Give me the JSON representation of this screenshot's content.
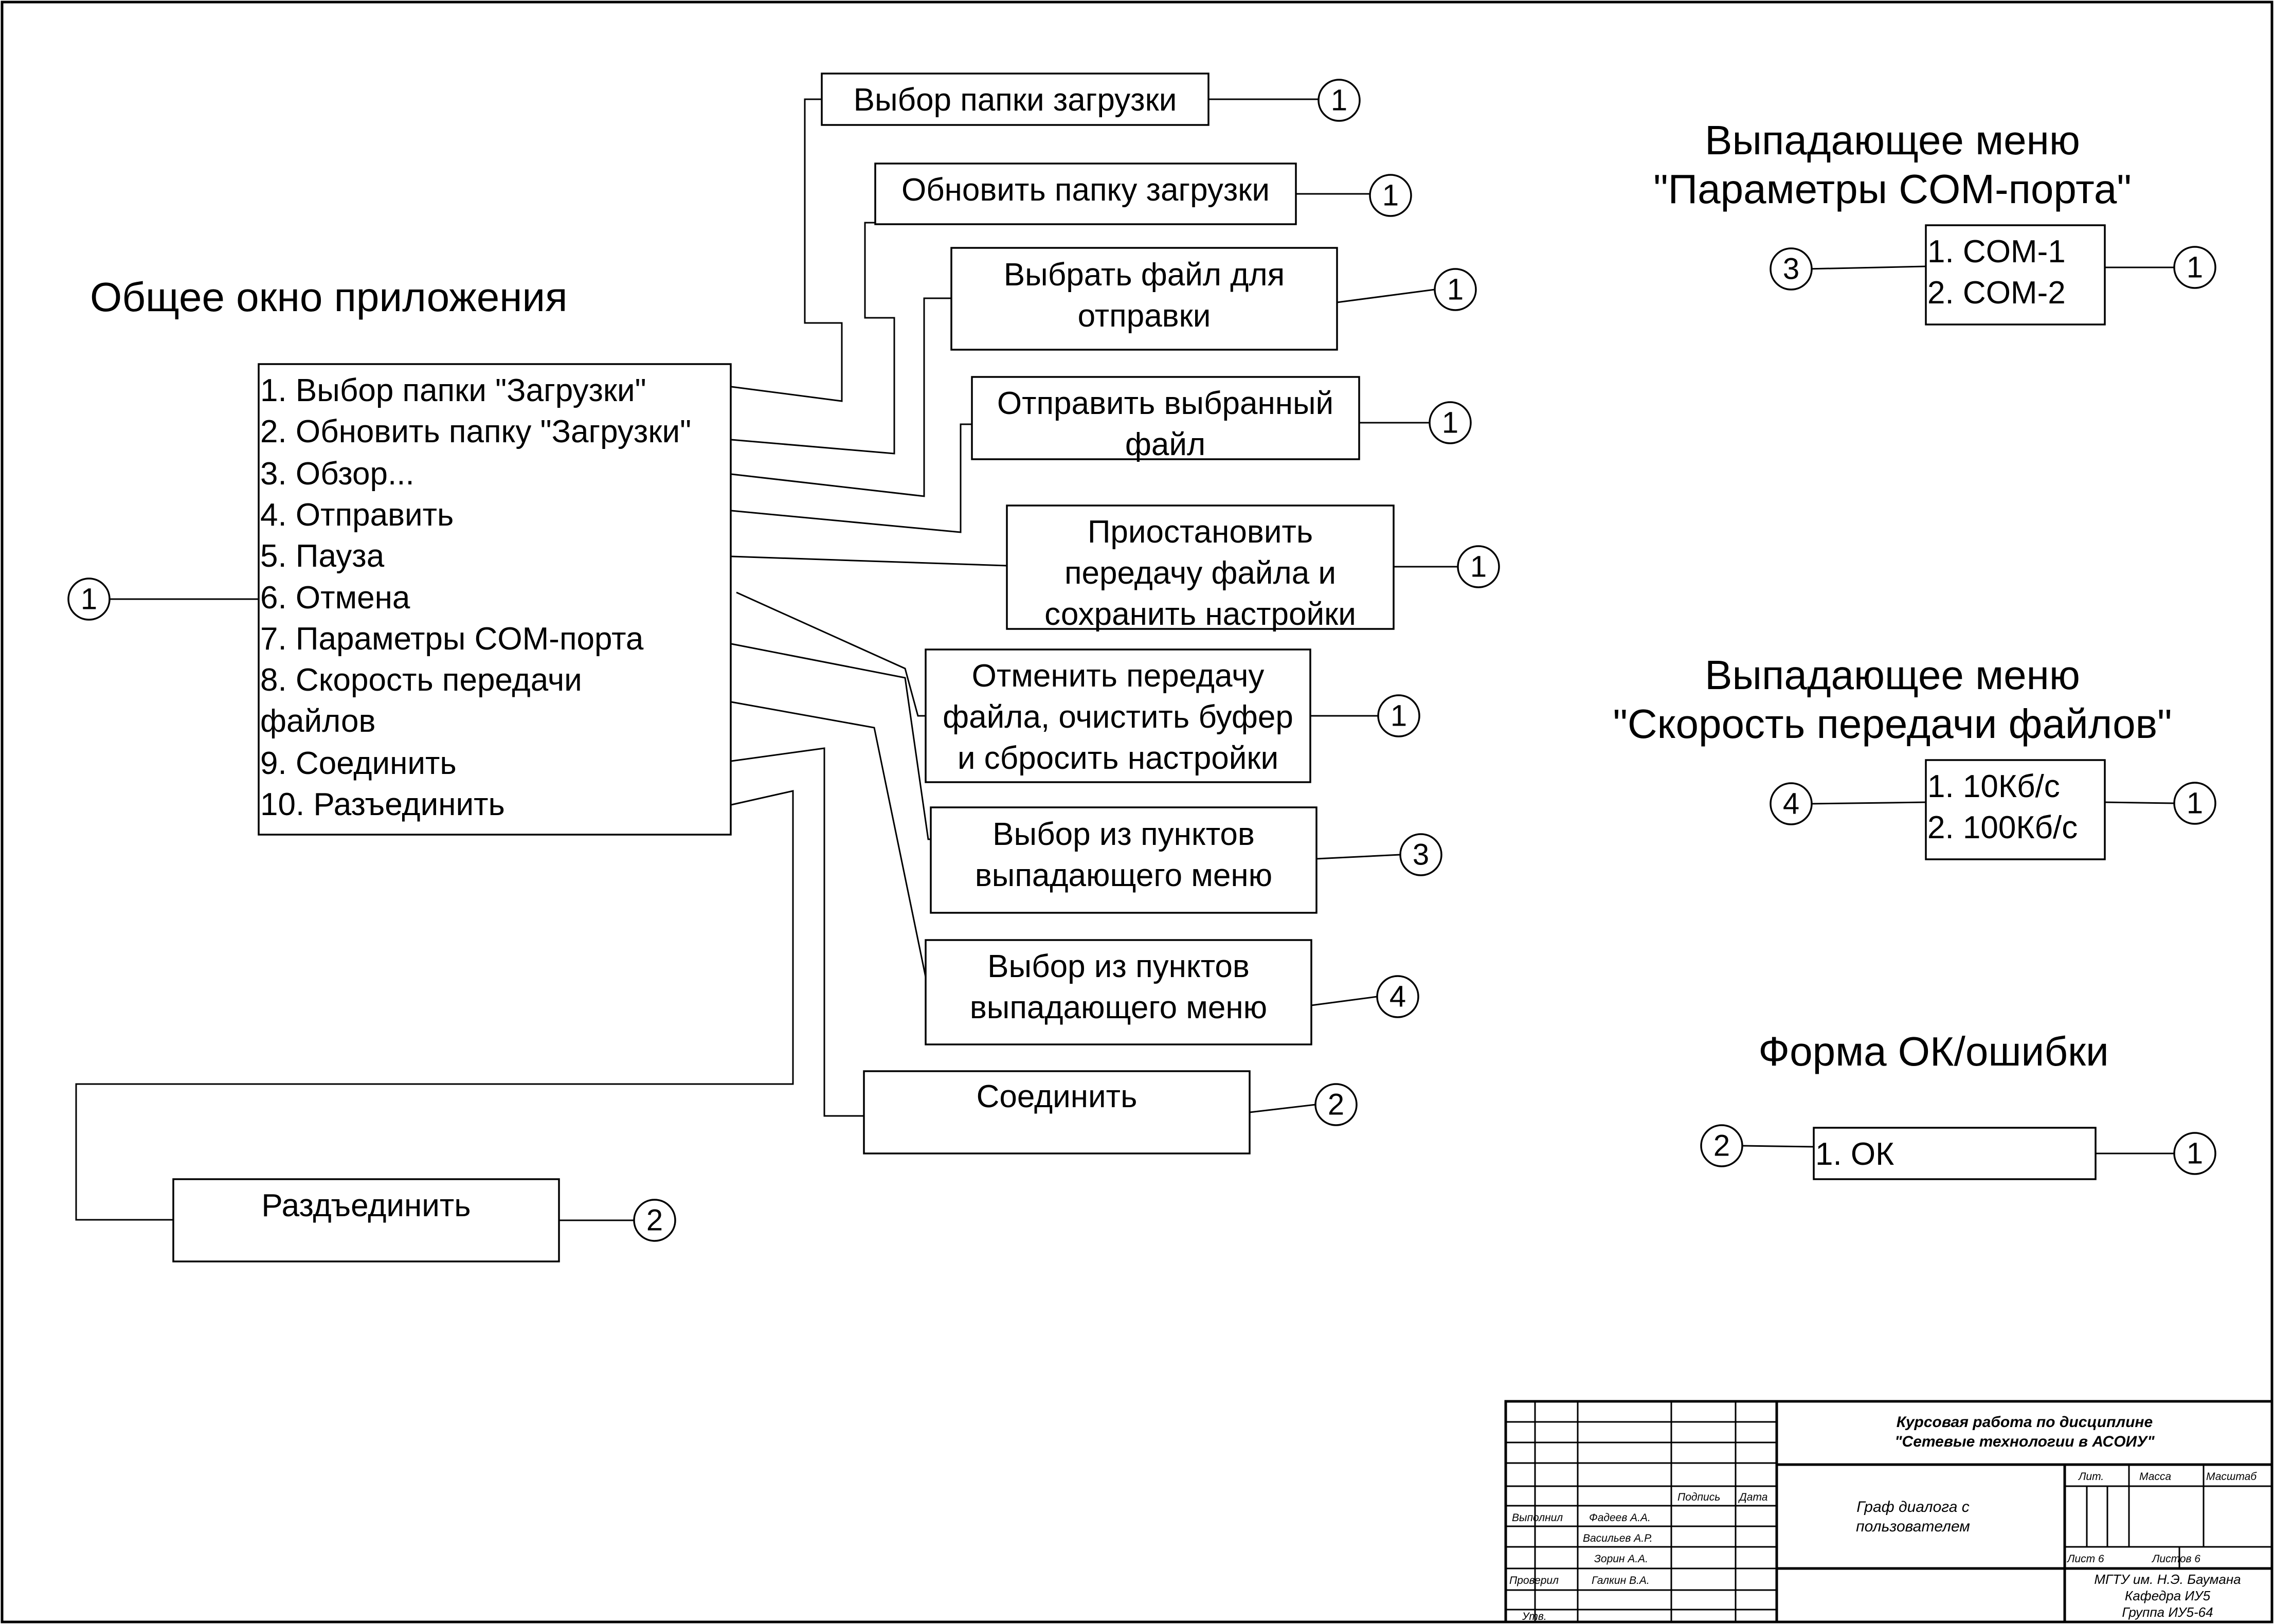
{
  "diagram": {
    "main_window": {
      "title": "Общее окно приложения",
      "entry_marker": "1",
      "items": [
        "1. Выбор папки \"Загрузки\"",
        "2. Обновить папку \"Загрузки\"",
        "3. Обзор...",
        "4. Отправить",
        "5. Пауза",
        "6. Отмена",
        "7. Параметры COM-порта",
        "8. Скорость передачи",
        "файлов",
        "9. Соединить",
        "10. Разъединить"
      ]
    },
    "actions": [
      {
        "lines": [
          "Выбор папки загрузки"
        ],
        "target": "1"
      },
      {
        "lines": [
          "Обновить папку загрузки"
        ],
        "target": "1"
      },
      {
        "lines": [
          "Выбрать файл для",
          "отправки"
        ],
        "target": "1"
      },
      {
        "lines": [
          "Отправить выбранный",
          "файл"
        ],
        "target": "1"
      },
      {
        "lines": [
          "Приостановить",
          "передачу файла и",
          "сохранить настройки"
        ],
        "target": "1"
      },
      {
        "lines": [
          "Отменить передачу",
          "файла, очистить буфер",
          "и сбросить настройки"
        ],
        "target": "1"
      },
      {
        "lines": [
          "Выбор из пунктов",
          "выпадающего меню"
        ],
        "target": "3"
      },
      {
        "lines": [
          "Выбор из пунктов",
          "выпадающего меню"
        ],
        "target": "4"
      },
      {
        "lines": [
          "Соединить"
        ],
        "target": "2"
      },
      {
        "lines": [
          "Раздъединить"
        ],
        "target": "2"
      }
    ],
    "menus": [
      {
        "title": [
          "Выпадающее меню",
          "\"Параметры COM-порта\""
        ],
        "items": [
          "1. COM-1",
          "2. COM-2"
        ],
        "in": "3",
        "out": "1"
      },
      {
        "title": [
          "Выпадающее меню",
          "\"Скорость передачи файлов\""
        ],
        "items": [
          "1. 10Кб/с",
          "2. 100Кб/с"
        ],
        "in": "4",
        "out": "1"
      },
      {
        "title": [
          "Форма ОК/ошибки"
        ],
        "items": [
          "1. ОК"
        ],
        "in": "2",
        "out": "1"
      }
    ]
  },
  "title_block": {
    "header": [
      "Курсовая работа по дисциплине",
      "\"Сетевые технологии в АСОИУ\""
    ],
    "doc_title": [
      "Граф диалога с",
      "пользователем"
    ],
    "col_labels": {
      "podpis": "Подпись",
      "data": "Дата"
    },
    "roles": {
      "vypolnil": "Выполнил",
      "proveril": "Проверил",
      "utv": "Утв."
    },
    "people": [
      "Фадеев А.А.",
      "Васильев А.Р.",
      "Зорин А.А.",
      "Галкин В.А."
    ],
    "lit": "Лит.",
    "massa": "Масса",
    "masshtab": "Масштаб",
    "list": "Лист 6",
    "listov": "Листов 6",
    "org": [
      "МГТУ им. Н.Э. Баумана",
      "Кафедра ИУ5",
      "Группа ИУ5-64"
    ]
  }
}
